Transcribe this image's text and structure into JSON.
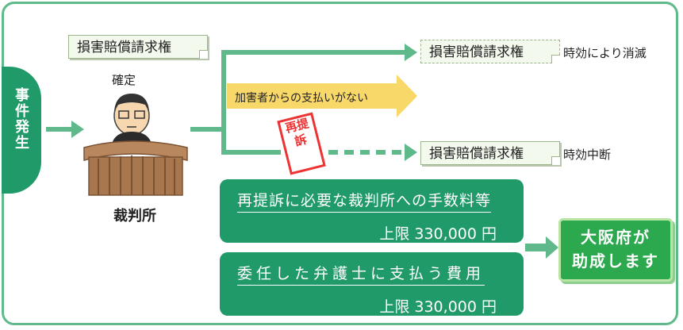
{
  "sidebar": {
    "label": "事件発生"
  },
  "claim_top": {
    "label": "損害賠償請求権"
  },
  "confirm_label": "確定",
  "court_label": "裁判所",
  "branch_top": {
    "card": "損害賠償請求権",
    "note": "時効により消滅"
  },
  "branch_mid": {
    "label": "加害者からの支払いがない"
  },
  "branch_bottom": {
    "stamp": "再提訴",
    "card": "損害賠償請求権",
    "note": "時効中断"
  },
  "cost_court": {
    "title": "再提訴に必要な裁判所への手数料等",
    "limit": "上限 330,000 円"
  },
  "cost_lawyer": {
    "title": "委任した弁護士に支払う費用",
    "limit": "上限 330,000 円"
  },
  "osaka": {
    "line1": "大阪府が",
    "line2": "助成します"
  },
  "colors": {
    "green": "#1f9a68",
    "frame": "#5fb98a",
    "arrow": "#5fb98a",
    "yellow": "#f9d86a",
    "osaka": "#2ca84f",
    "stamp": "#e33333"
  }
}
